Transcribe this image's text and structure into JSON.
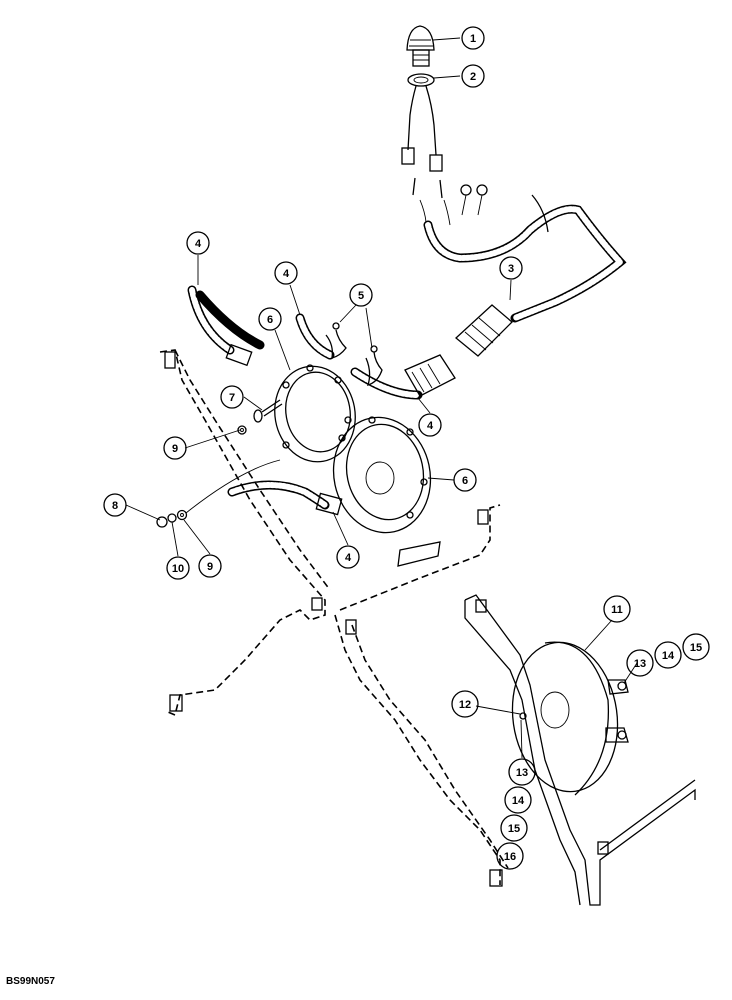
{
  "figure_code": "BS99N057",
  "callouts": [
    {
      "id": "c1",
      "label": "1"
    },
    {
      "id": "c2",
      "label": "2"
    },
    {
      "id": "c3",
      "label": "3"
    },
    {
      "id": "c4a",
      "label": "4"
    },
    {
      "id": "c4b",
      "label": "4"
    },
    {
      "id": "c4c",
      "label": "4"
    },
    {
      "id": "c4d",
      "label": "4"
    },
    {
      "id": "c5",
      "label": "5"
    },
    {
      "id": "c6a",
      "label": "6"
    },
    {
      "id": "c6b",
      "label": "6"
    },
    {
      "id": "c7",
      "label": "7"
    },
    {
      "id": "c8",
      "label": "8"
    },
    {
      "id": "c9a",
      "label": "9"
    },
    {
      "id": "c9b",
      "label": "9"
    },
    {
      "id": "c10",
      "label": "10"
    },
    {
      "id": "c11",
      "label": "11"
    },
    {
      "id": "c12",
      "label": "12"
    },
    {
      "id": "c13a",
      "label": "13"
    },
    {
      "id": "c14a",
      "label": "14"
    },
    {
      "id": "c15a",
      "label": "15"
    },
    {
      "id": "c13b",
      "label": "13"
    },
    {
      "id": "c14b",
      "label": "14"
    },
    {
      "id": "c15b",
      "label": "15"
    },
    {
      "id": "c16",
      "label": "16"
    }
  ]
}
